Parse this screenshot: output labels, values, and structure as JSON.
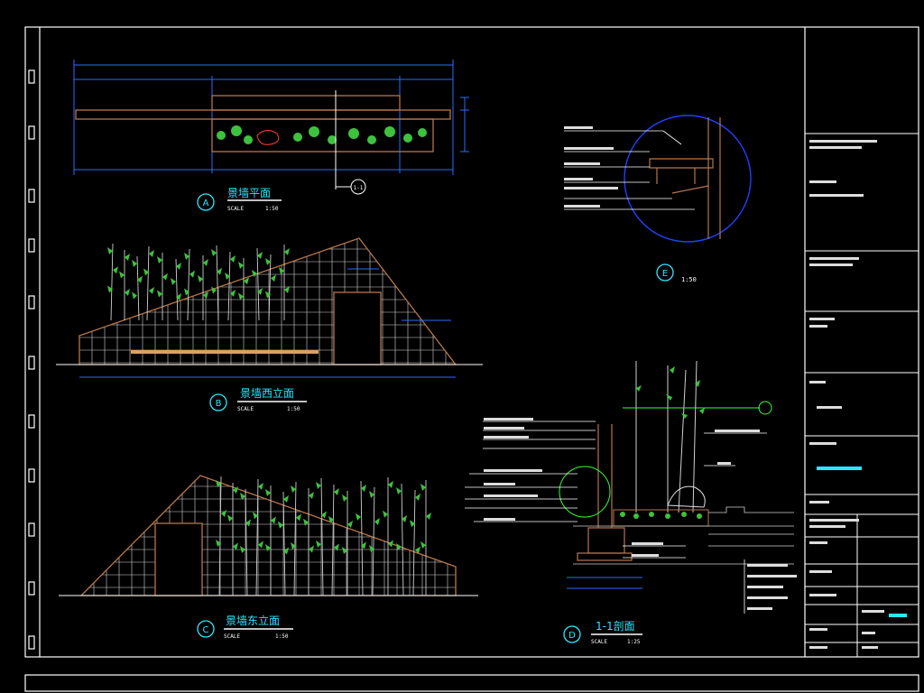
{
  "drawing": {
    "views": [
      {
        "id": "plan",
        "marker": "A",
        "title": "景墙平面",
        "scale_label": "SCALE",
        "scale_value": "1:50"
      },
      {
        "id": "west_elev",
        "marker": "B",
        "title": "景墙西立面",
        "scale_label": "SCALE",
        "scale_value": "1:50"
      },
      {
        "id": "east_elev",
        "marker": "C",
        "title": "景墙东立面",
        "scale_label": "SCALE",
        "scale_value": "1:50"
      },
      {
        "id": "section",
        "marker": "D",
        "title": "1-1剖面",
        "scale_label": "SCALE",
        "scale_value": "1:25"
      },
      {
        "id": "detail",
        "marker": "E",
        "title": "",
        "scale_label": "",
        "scale_value": "1:50"
      }
    ],
    "section_tag": "1-1",
    "colors": {
      "background": "#000000",
      "frame": "#ffffff",
      "dimension": "#2a6cff",
      "outline": "#b7764a",
      "grid": "#d8d8d8",
      "plant": "#3ec23e",
      "text_green": "#37ff37",
      "title_cyan": "#2ee6ff",
      "detail_circle": "#2140ff"
    }
  }
}
